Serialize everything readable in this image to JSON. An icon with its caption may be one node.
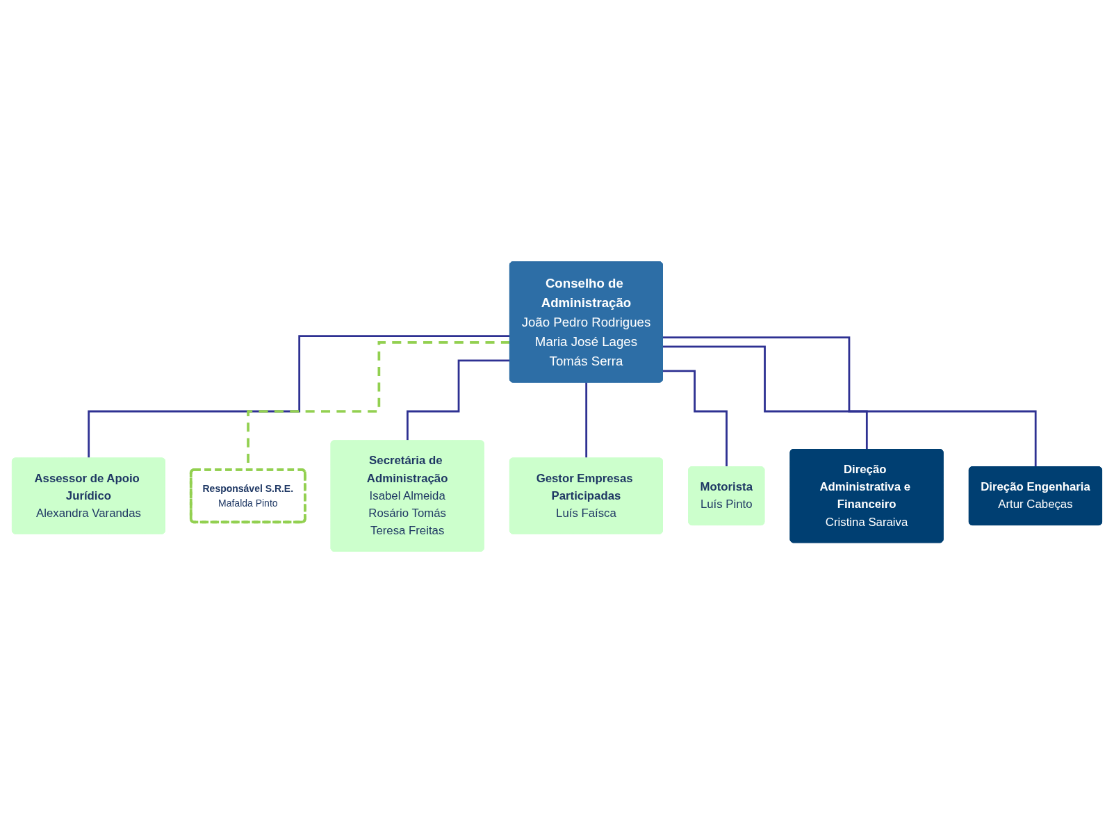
{
  "diagram": {
    "nodes": [
      {
        "text": [
          "Conselho de Administração",
          "João Pedro Rodrigues",
          "Maria José Lages",
          "Tomás Serra"
        ]
      },
      {
        "text": [
          "Assessor de Apoio Jurídico",
          "Alexandra Varandas"
        ]
      },
      {
        "text": [
          "Responsável S.R.E.",
          "Mafalda Pinto"
        ]
      },
      {
        "text": [
          "Secretária de Administração",
          "Isabel Almeida",
          "Rosário Tomás",
          "Teresa Freitas"
        ]
      },
      {
        "text": [
          "Gestor Empresas Participadas",
          "Luís Faísca"
        ]
      },
      {
        "text": [
          "Motorista",
          "Luís Pinto"
        ]
      },
      {
        "text": [
          "Direção Administrativa e Financeiro",
          "Cristina Saraiva"
        ]
      },
      {
        "text": [
          "Direção Engenharia",
          "Artur Cabeças"
        ]
      }
    ],
    "edges": [
      {
        "from": 0,
        "to": 1,
        "arrow": "none"
      },
      {
        "from": 0,
        "to": 2,
        "arrow": "none",
        "style": "dashed",
        "color": "#92d050"
      },
      {
        "from": 0,
        "to": 3,
        "arrow": "none"
      },
      {
        "from": 0,
        "to": 4,
        "arrow": "none"
      },
      {
        "from": 0,
        "to": 5,
        "arrow": "none"
      },
      {
        "from": 0,
        "to": 6,
        "arrow": "none"
      },
      {
        "from": 0,
        "to": 7,
        "arrow": "none"
      }
    ]
  }
}
